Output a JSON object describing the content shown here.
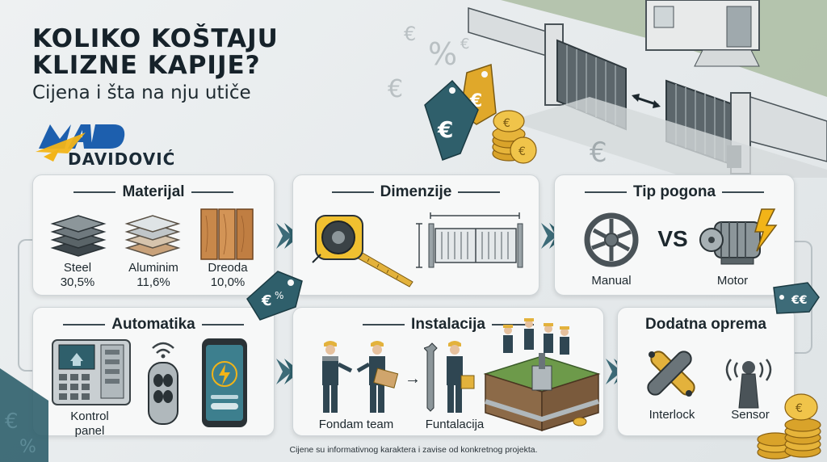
{
  "header": {
    "title_line1": "KOLIKO KOŠTAJU",
    "title_line2": "KLIZNE KAPIJE?",
    "subtitle": "Cijena i šta na nju utiče"
  },
  "logo": {
    "mark": "MAD",
    "brand": "DAVIDOVIĆ"
  },
  "cards": {
    "materijal": {
      "title": "Materijal",
      "items": [
        {
          "name": "Steel",
          "share": "30,5%"
        },
        {
          "name": "Aluminim",
          "share": "11,6%"
        },
        {
          "name": "Dreoda",
          "share": "10,0%"
        }
      ]
    },
    "dimenzije": {
      "title": "Dimenzije"
    },
    "tip_pogona": {
      "title": "Tip pogona",
      "option_a": "Manual",
      "vs": "VS",
      "option_b": "Motor"
    },
    "automatika": {
      "title": "Automatika",
      "item1_line1": "Kontrol",
      "item1_line2": "panel"
    },
    "instalacija": {
      "title": "Instalacija",
      "step1": "Fondam team",
      "step2": "Funtalacija"
    },
    "dodatna": {
      "title": "Dodatna oprema",
      "item1": "Interlock",
      "item2": "Sensor"
    }
  },
  "tags": {
    "euro_symbol": "€",
    "price_tag_text": "€ €"
  },
  "footer": {
    "note": "Cijene su informativnog karaktera i zavise od konkretnog projekta."
  },
  "colors": {
    "teal": "#2f5f6b",
    "gold": "#e0a82a",
    "arrow": "#3d6b78",
    "brand_blue": "#1d5fae",
    "brand_yellow": "#f2b418"
  }
}
